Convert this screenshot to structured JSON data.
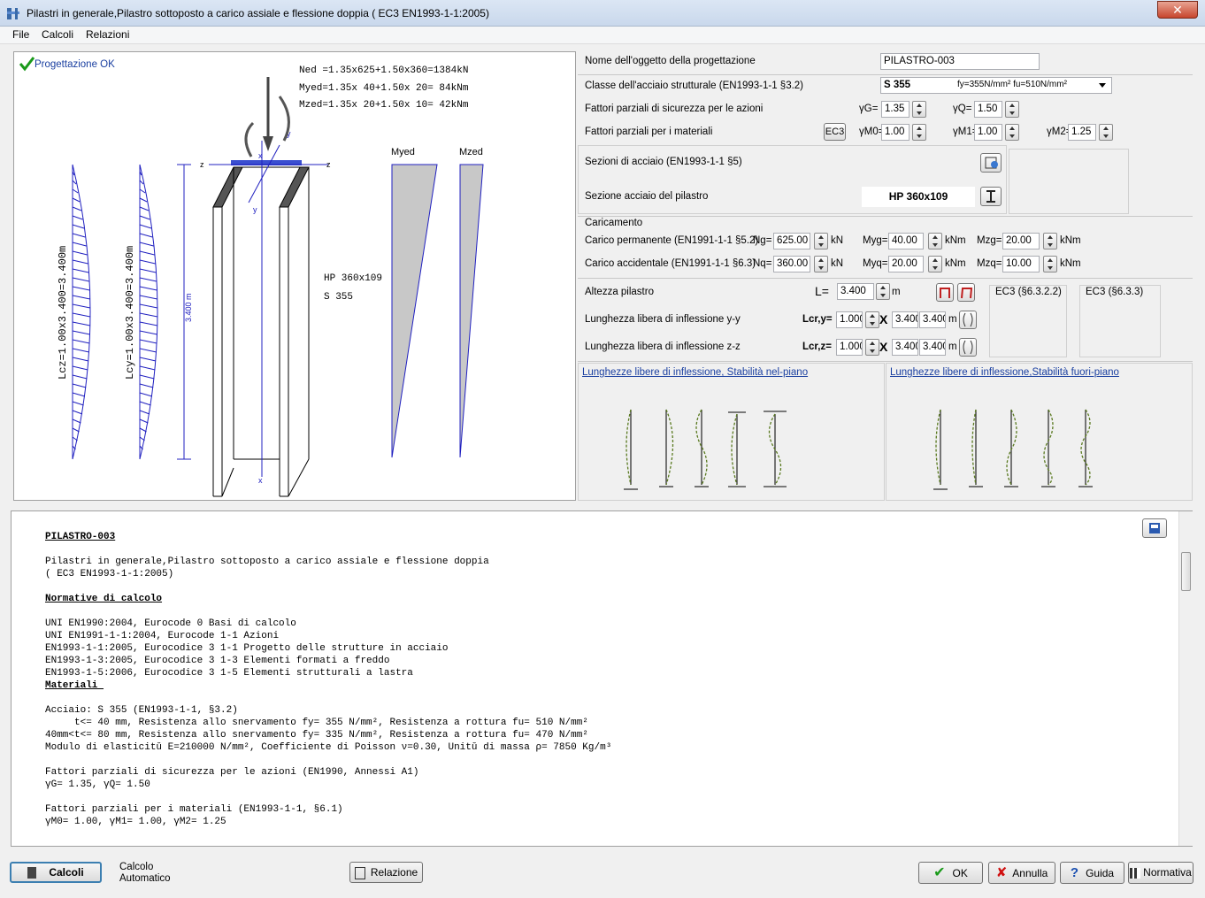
{
  "window": {
    "title": "Pilastri in generale,Pilastro sottoposto a carico assiale e flessione doppia ( EC3 EN1993-1-1:2005)",
    "close": "✕"
  },
  "menu": [
    "File",
    "Calcoli",
    "Relazioni"
  ],
  "drawing": {
    "status": "Progettazione OK",
    "ned": "Ned =1.35x625+1.50x360=1384kN",
    "myed": "Myed=1.35x 40+1.50x 20=  84kNm",
    "mzed": "Mzed=1.35x 20+1.50x 10=  42kNm",
    "lcz": "Lcz=1.00x3.400=3.400m",
    "lcy": "Lcy=1.00x3.400=3.400m",
    "height": "3.400 m",
    "section": "HP 360x109",
    "steel": "S 355",
    "myed_label": "Myed",
    "mzed_label": "Mzed",
    "axis_z": "z",
    "axis_y": "y",
    "axis_x": "x"
  },
  "form": {
    "name_label": "Nome dell'oggetto della progettazione",
    "name_value": "PILASTRO-003",
    "steel_label": "Classe dell'acciaio strutturale (EN1993-1-1 §3.2)",
    "steel_value": "S 355",
    "steel_props": "fy=355N/mm² fu=510N/mm²",
    "actions_label": "Fattori parziali di sicurezza per le azioni",
    "gG_label": "γG=",
    "gG": "1.35",
    "gQ_label": "γQ=",
    "gQ": "1.50",
    "mat_label": "Fattori parziali per i materiali",
    "ec3_btn": "EC3",
    "gM0_label": "γM0=",
    "gM0": "1.00",
    "gM1_label": "γM1=",
    "gM1": "1.00",
    "gM2_label": "γM2=",
    "gM2": "1.25",
    "sections_label": "Sezioni di acciaio (EN1993-1-1 §5)",
    "section_label": "Sezione acciaio del pilastro",
    "section_value": "HP 360x109",
    "loading_title": "Caricamento",
    "perm_label": "Carico permanente (EN1991-1-1 §5.2)",
    "ng_label": "Ng=",
    "ng": "625.00",
    "myg_label": "Myg=",
    "myg": "40.00",
    "mzg_label": "Mzg=",
    "mzg": "20.00",
    "acc_label": "Carico accidentale (EN1991-1-1 §6.3)",
    "nq_label": "Nq=",
    "nq": "360.00",
    "myq_label": "Myq=",
    "myq": "20.00",
    "mzq_label": "Mzq=",
    "mzq": "10.00",
    "unit_kn": "kN",
    "unit_knm": "kNm",
    "unit_m": "m",
    "height_label": "Altezza pilastro",
    "L_label": "L=",
    "L": "3.400",
    "ec3_a": "EC3 (§6.3.2.2)",
    "ec3_b": "EC3 (§6.3.3)",
    "lcry_row": "Lunghezza libera di inflessione y-y",
    "lcry_label": "Lcr,y=",
    "lcry_k": "1.000",
    "lcry_L": "3.400",
    "lcry_v": "3.400",
    "lcrz_row": "Lunghezza libera di inflessione z-z",
    "lcrz_label": "Lcr,z=",
    "lcrz_k": "1.000",
    "lcrz_L": "3.400",
    "lcrz_v": "3.400",
    "times": "X",
    "inplane": "Lunghezze libere di inflessione, Stabilità nel-piano ",
    "outplane": "Lunghezze libere di inflessione,Stabilità fuori-piano"
  },
  "report": {
    "lines": [
      {
        "t": "PILASTRO-003",
        "u": true
      },
      {
        "t": ""
      },
      {
        "t": "Pilastri in generale,Pilastro sottoposto a carico assiale e flessione doppia"
      },
      {
        "t": "( EC3 EN1993-1-1:2005)"
      },
      {
        "t": ""
      },
      {
        "t": "Normative di calcolo",
        "u": true
      },
      {
        "t": ""
      },
      {
        "t": "UNI EN1990:2004, Eurocode 0 Basi di calcolo"
      },
      {
        "t": "UNI EN1991-1-1:2004, Eurocode 1-1 Azioni"
      },
      {
        "t": "EN1993-1-1:2005, Eurocodice 3 1-1 Progetto delle strutture in acciaio"
      },
      {
        "t": "EN1993-1-3:2005, Eurocodice 3 1-3 Elementi formati a freddo"
      },
      {
        "t": "EN1993-1-5:2006, Eurocodice 3 1-5 Elementi strutturali a lastra"
      },
      {
        "t": "Materiali ",
        "u": true
      },
      {
        "t": ""
      },
      {
        "t": "Acciaio: S 355 (EN1993-1-1, §3.2)"
      },
      {
        "t": "     t<= 40 mm, Resistenza allo snervamento fy= 355 N/mm², Resistenza a rottura fu= 510 N/mm²"
      },
      {
        "t": "40mm<t<= 80 mm, Resistenza allo snervamento fy= 335 N/mm², Resistenza a rottura fu= 470 N/mm²"
      },
      {
        "t": "Modulo di elasticitŭ E=210000 N/mm², Coefficiente di Poisson ν=0.30, Unitŭ di massa ρ= 7850 Kg/m³"
      },
      {
        "t": ""
      },
      {
        "t": "Fattori parziali di sicurezza per le azioni (EN1990, Annessi A1)"
      },
      {
        "t": "γG= 1.35, γQ= 1.50"
      },
      {
        "t": ""
      },
      {
        "t": "Fattori parziali per i materiali (EN1993-1-1, §6.1)"
      },
      {
        "t": "γM0= 1.00, γM1= 1.00, γM2= 1.25"
      }
    ]
  },
  "bottom": {
    "calcoli": "Calcoli",
    "auto1": "Calcolo",
    "auto2": "Automatico",
    "relazione": "Relazione",
    "ok": "OK",
    "annulla": "Annulla",
    "guida": "Guida",
    "normativa": "Normativa"
  }
}
